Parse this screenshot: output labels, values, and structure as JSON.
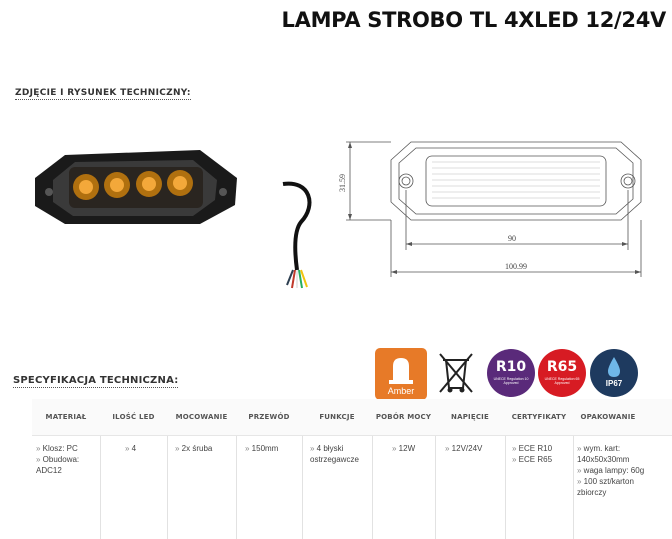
{
  "title": "LAMPA STROBO TL 4XLED 12/24V",
  "section_photo": "ZDJĘCIE I RYSUNEK TECHNICZNY:",
  "section_spec": "SPECYFIKACJA TECHNICZNA:",
  "drawing": {
    "dim_height": "31.59",
    "dim_inner": "90",
    "dim_total": "100.99"
  },
  "badges": {
    "amber": "Amber",
    "r10": "R10",
    "r10_sub": "UNECE Regulation 10 Approved",
    "r65": "R65",
    "r65_sub": "UNECE Regulation 65 Approved",
    "ip": "IP67"
  },
  "table": {
    "headers": [
      "MATERIAŁ",
      "ILOŚĆ LED",
      "MOCOWANIE",
      "PRZEWÓD",
      "FUNKCJE",
      "POBÓR MOCY",
      "NAPIĘCIE",
      "CERTYFIKATY",
      "OPAKOWANIE"
    ],
    "cells": [
      [
        "Klosz: PC",
        "Obudowa: ADC12"
      ],
      [
        "4"
      ],
      [
        "2x śruba"
      ],
      [
        "150mm"
      ],
      [
        "4 błyski ostrzegawcze"
      ],
      [
        "12W"
      ],
      [
        "12V/24V"
      ],
      [
        "ECE R10",
        "ECE R65"
      ],
      [
        "wym. kart: 140x50x30mm",
        "waga lampy: 60g",
        "100 szt/karton zbiorczy"
      ]
    ]
  },
  "colors": {
    "amber_badge": "#e77a28",
    "r10_badge": "#5a2a7a",
    "r65_badge": "#d71b23",
    "ip_badge": "#1e3a5f"
  }
}
